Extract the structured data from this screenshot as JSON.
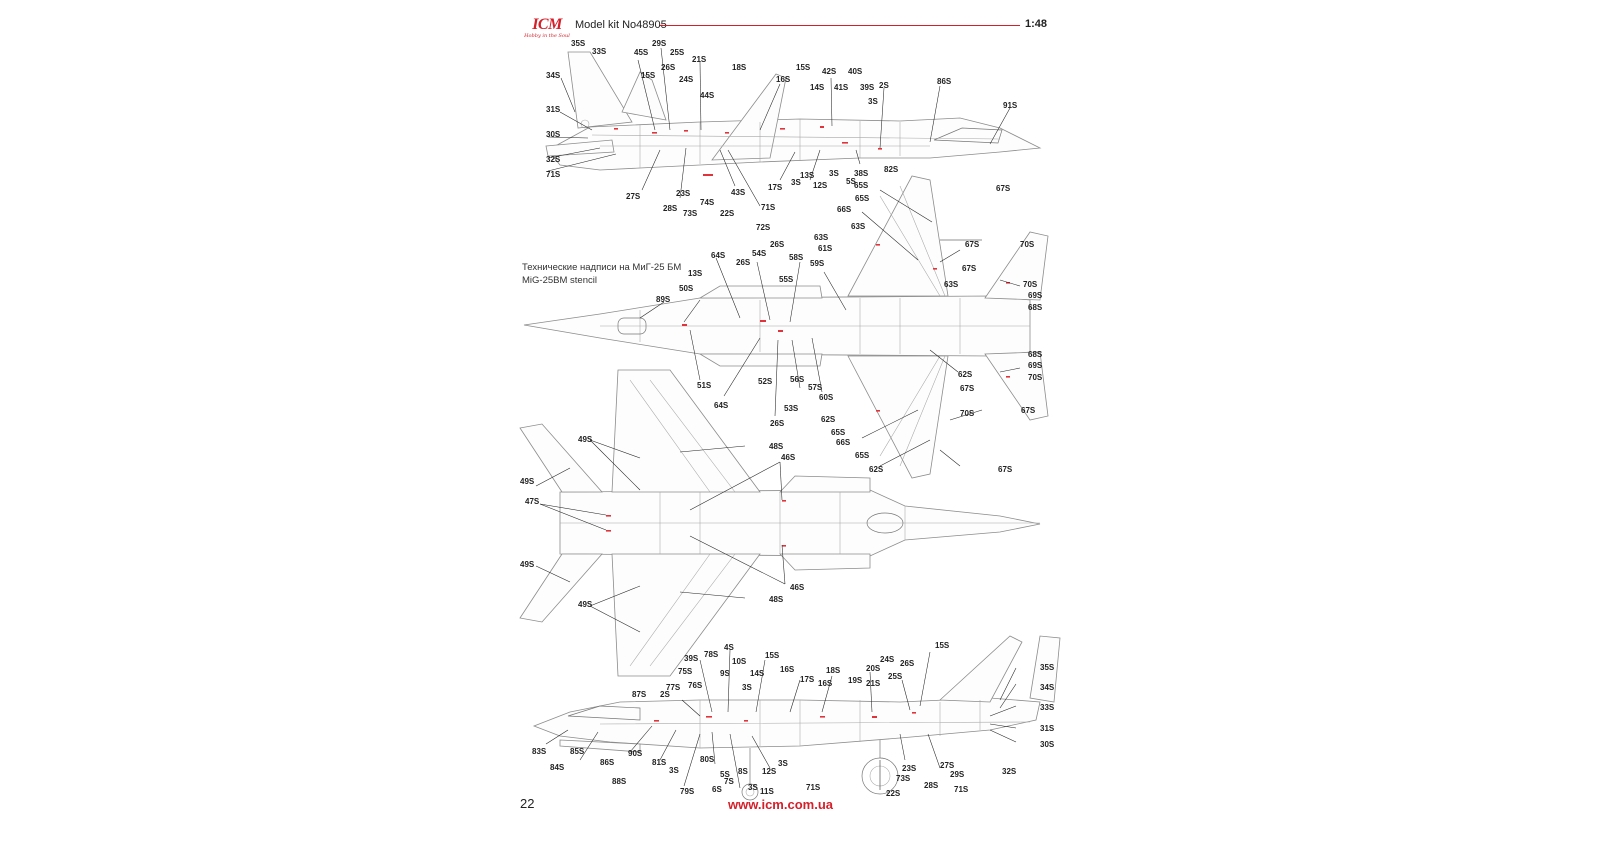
{
  "header": {
    "logo": "ICM",
    "logo_tagline": "Hobby in the Soul",
    "kit_label": "Model kit No48905",
    "scale": "1:48"
  },
  "stencil_title": {
    "ru": "Технические надписи на МиГ-25 БМ",
    "en": "MiG-25BM stencil"
  },
  "footer": {
    "page_number": "22",
    "url": "www.icm.com.ua"
  },
  "colors": {
    "accent_red": "#d4202b",
    "stencil_red": "#e0333c",
    "outline": "#8c8c8c"
  },
  "views": {
    "left_side": [
      "35S",
      "33S",
      "34S",
      "31S",
      "30S",
      "32S",
      "71S",
      "29S",
      "45S",
      "15S",
      "26S",
      "25S",
      "24S",
      "21S",
      "18S",
      "44S",
      "16S",
      "15S",
      "14S",
      "42S",
      "41S",
      "40S",
      "39S",
      "2S",
      "3S",
      "86S",
      "91S",
      "27S",
      "28S",
      "23S",
      "73S",
      "74S",
      "22S",
      "43S",
      "72S",
      "71S",
      "17S",
      "13S",
      "3S",
      "12S",
      "3S",
      "5S",
      "38S",
      "82S"
    ],
    "top": [
      "64S",
      "26S",
      "54S",
      "26S",
      "58S",
      "55S",
      "13S",
      "50S",
      "89S",
      "51S",
      "64S",
      "52S",
      "53S",
      "26S",
      "56S",
      "57S",
      "60S",
      "59S",
      "61S",
      "63S",
      "66S",
      "65S",
      "63S",
      "65S",
      "67S",
      "67S",
      "70S",
      "67S",
      "63S",
      "70S",
      "69S",
      "68S",
      "62S",
      "67S",
      "68S",
      "69S",
      "70S",
      "62S",
      "65S",
      "66S",
      "65S",
      "62S",
      "67S",
      "70S",
      "67S"
    ],
    "bottom": [
      "49S",
      "48S",
      "46S",
      "49S",
      "47S",
      "49S",
      "49S",
      "46S",
      "48S"
    ],
    "right_side": [
      "87S",
      "2S",
      "77S",
      "75S",
      "39S",
      "76S",
      "78S",
      "4S",
      "10S",
      "9S",
      "14S",
      "3S",
      "15S",
      "16S",
      "17S",
      "16S",
      "18S",
      "20S",
      "19S",
      "21S",
      "24S",
      "25S",
      "26S",
      "15S",
      "35S",
      "34S",
      "33S",
      "31S",
      "30S",
      "83S",
      "84S",
      "85S",
      "86S",
      "90S",
      "88S",
      "81S",
      "3S",
      "79S",
      "80S",
      "6S",
      "5S",
      "7S",
      "8S",
      "3S",
      "11S",
      "12S",
      "3S",
      "71S",
      "22S",
      "73S",
      "23S",
      "28S",
      "27S",
      "29S",
      "71S",
      "32S"
    ]
  }
}
